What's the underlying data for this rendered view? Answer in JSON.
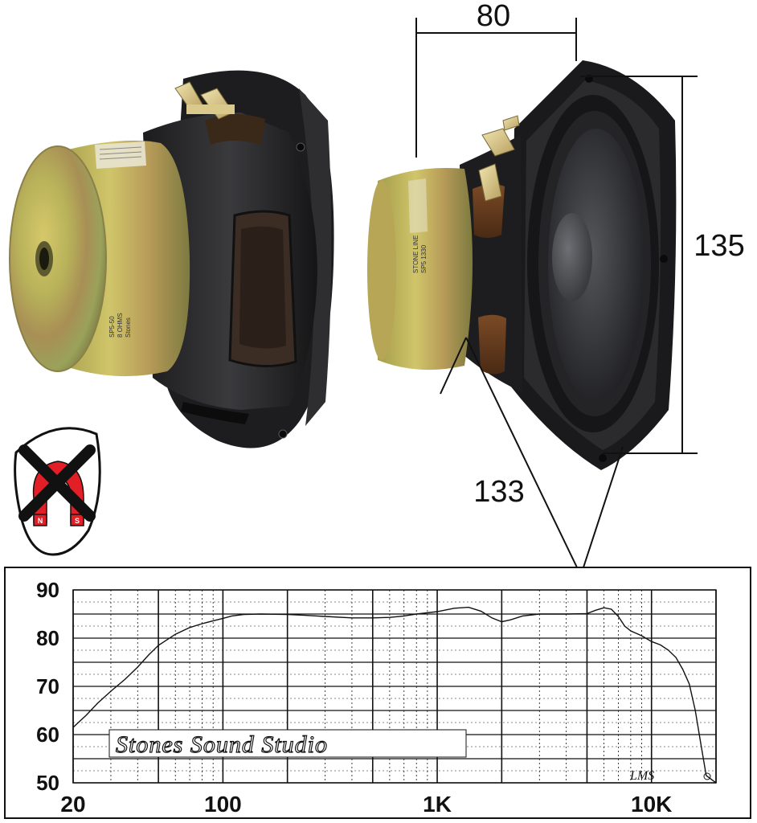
{
  "dimensions": {
    "depth": "80",
    "height": "135",
    "width": "133"
  },
  "left_label": [
    "SP5-50",
    "8 OHMS",
    "Stones"
  ],
  "right_label": [
    "STONE LINE",
    "SP5 1330"
  ],
  "brandmark": "LMS",
  "badge": {
    "north": "N",
    "south": "S",
    "symbol": "no-magnet-icon"
  },
  "colors": {
    "accent_red": "#e21e26",
    "cone": "#2a2a2d",
    "magnet": "#b9a94a"
  },
  "chart_data": {
    "type": "line",
    "x_scale": "log",
    "xlim": [
      20,
      20000
    ],
    "ylim": [
      50,
      90
    ],
    "x_ticks": [
      {
        "value": 20,
        "label": "20"
      },
      {
        "value": 100,
        "label": "100"
      },
      {
        "value": 1000,
        "label": "1K"
      },
      {
        "value": 10000,
        "label": "10K"
      }
    ],
    "y_ticks": [
      {
        "value": 90,
        "label": "90"
      },
      {
        "value": 80,
        "label": "80"
      },
      {
        "value": 70,
        "label": "70"
      },
      {
        "value": 60,
        "label": "60"
      },
      {
        "value": 50,
        "label": "50"
      }
    ],
    "grid": true,
    "annotation": "Stones Sound Studio",
    "series": [
      {
        "x": [
          20,
          23,
          26,
          30,
          35,
          40,
          45,
          50,
          60,
          70,
          80,
          90,
          100,
          110,
          125,
          150,
          200,
          250,
          300,
          400,
          500,
          600,
          700,
          800,
          1000,
          1200,
          1400,
          1600,
          1800,
          2000,
          2200,
          2500,
          3000,
          4000,
          5000,
          5500,
          6000,
          6500,
          7000,
          7500,
          8000,
          9000,
          10000,
          11000,
          12000,
          13000,
          14000,
          15000,
          16000,
          17000,
          18000,
          20000
        ],
        "y": [
          61.5,
          64,
          66.5,
          69,
          71.5,
          74,
          76.5,
          78.5,
          80.8,
          82.2,
          83,
          83.6,
          84.1,
          84.6,
          84.9,
          85,
          84.9,
          84.7,
          84.5,
          84.2,
          84.2,
          84.3,
          84.6,
          85,
          85.5,
          86.2,
          86.4,
          85.6,
          84.2,
          83.4,
          83.8,
          84.6,
          85,
          85,
          85.1,
          85.8,
          86.3,
          86,
          84.5,
          82.5,
          81.5,
          80.5,
          79.3,
          78.6,
          77.5,
          76,
          73.5,
          70.5,
          65,
          58,
          51.5,
          50
        ]
      }
    ]
  }
}
